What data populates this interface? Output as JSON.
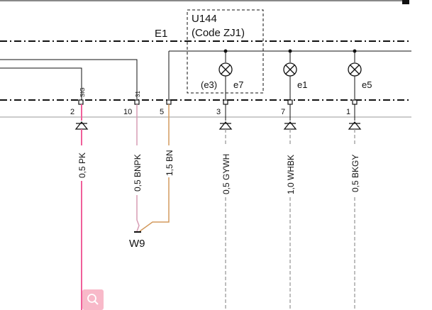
{
  "module": {
    "id": "U144",
    "code": "(Code ZJ1)"
  },
  "ground": {
    "id": "E1"
  },
  "splice": {
    "id": "W9"
  },
  "pin_labels": {
    "sig": "SIG",
    "p31": "31"
  },
  "lamps": [
    {
      "label": "(e3)",
      "id": "e7"
    },
    {
      "id": "e1"
    },
    {
      "id": "e5"
    }
  ],
  "pins": [
    "2",
    "10",
    "5",
    "3",
    "7",
    "1"
  ],
  "wires": [
    "0,5 PK",
    "0,5 BNPK",
    "1,5 BN",
    "0,5 GYWH",
    "1,0 WHBK",
    "0,5 BKGY"
  ],
  "colors": {
    "pk": "#f0609a",
    "bnpk": "#d79cb4",
    "bn": "#d39a5e",
    "grey": "#9a9a9a",
    "zoom": "#f8b9c9"
  },
  "icons": {
    "zoom": "magnifier-icon",
    "lamp": "lamp-icon"
  }
}
